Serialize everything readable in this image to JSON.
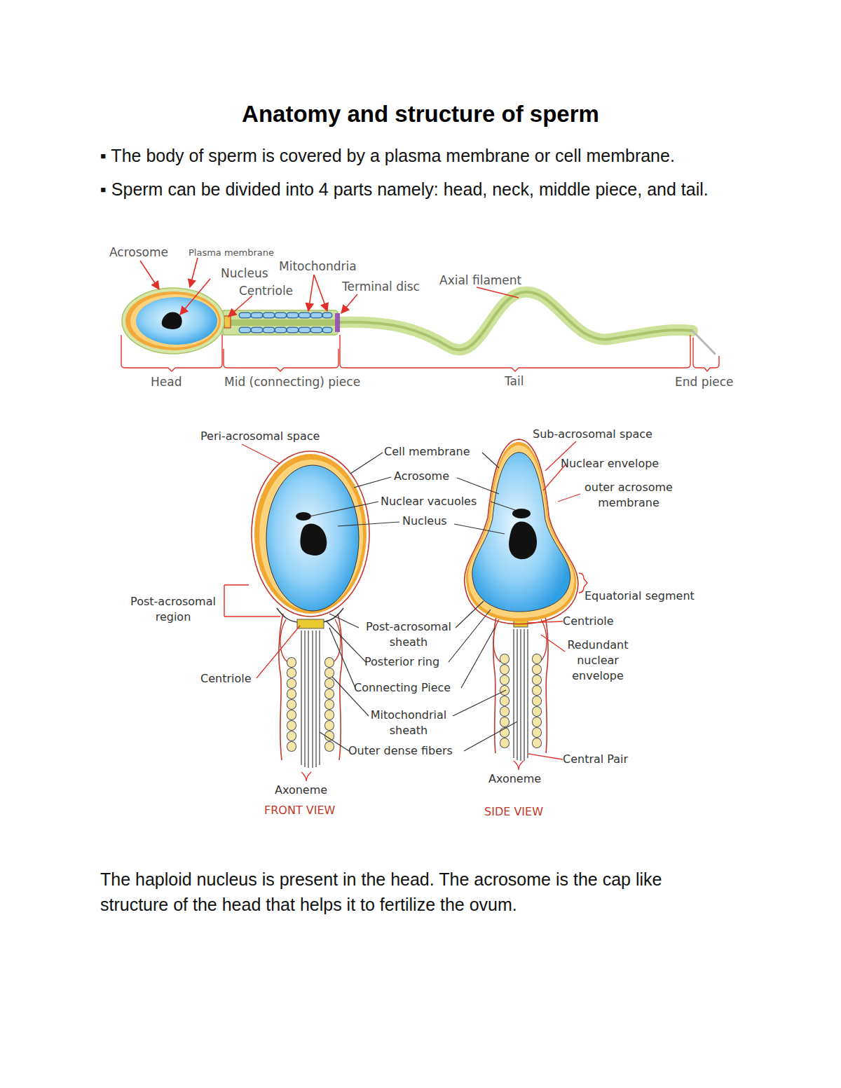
{
  "diagram": {
    "title": "Anatomy and structure of sperm",
    "labels": [
      "▪ The body of sperm is covered by a plasma membrane or cell membrane.",
      "▪ Sperm can be divided into 4 parts namely: head, neck, middle piece, and tail.",
      "Acrosome",
      "Plasma membrane",
      "Nucleus",
      "Mitochondria",
      "Centriole",
      "Terminal disc",
      "Axial filament",
      "Head",
      "Mid (connecting) piece",
      "Tail",
      "End piece",
      "Peri-acrosomal space",
      "Cell membrane",
      "Sub-acrosomal space",
      "Acrosome",
      "Nuclear envelope",
      "outer acrosome membrane",
      "Nuclear vacuoles",
      "Nucleus",
      "Equatorial segment",
      "Post-acrosomal region",
      "Post-acrosomal sheath",
      "Centriole",
      "Posterior ring",
      "Redundant nuclear envelope",
      "Centriole",
      "Connecting Piece",
      "Mitochondrial sheath",
      "Outer dense fibers",
      "Central Pair",
      "Axoneme",
      "Axoneme",
      "FRONT VIEW",
      "SIDE VIEW",
      "The haploid nucleus is present in the head. The acrosome is the cap like structure of the head that helps it to fertilize the ovum."
    ]
  }
}
